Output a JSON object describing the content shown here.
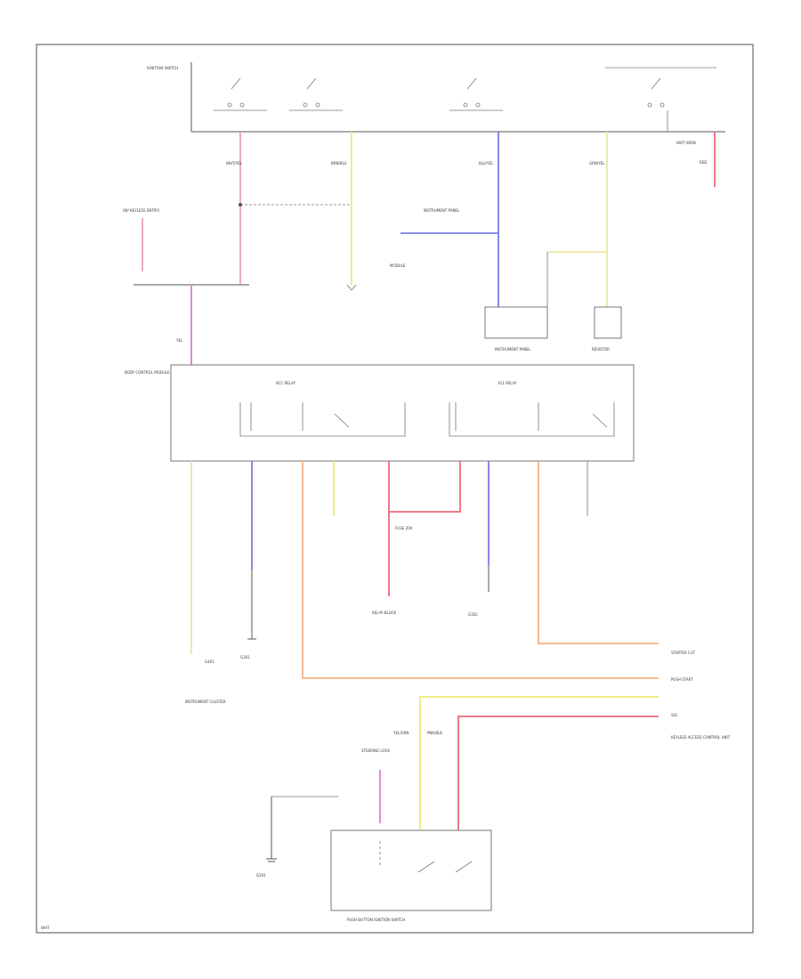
{
  "labels": {
    "ignition_switch": "IGNITION SWITCH",
    "top_wire_a": "WHT/YEL",
    "top_wire_b": "BRN/BLU",
    "top_wire_c": "BLU/YEL",
    "top_wire_d": "GRN/YEL",
    "top_right": "WHT (BRN)",
    "top_right_wire": "RED",
    "left_splice_note": "(W/ KEYLESS ENTRY)",
    "left_wire": "YEL",
    "instrument_panel_note": "INSTRUMENT PANEL",
    "instrument_box": "INSTRUMENT PANEL",
    "sensor_box": "RESISTOR",
    "module_note": "MODULE",
    "center_module": "BODY CONTROL MODULE",
    "relay_left_title": "ACC RELAY",
    "relay_right_title": "IG1 RELAY",
    "bottom_left_conn": "INSTRUMENT CLUSTER",
    "bottom_ground": "G401",
    "fuse_center": "FUSE 20A",
    "ground_mid_left": "G301",
    "ground_mid_right": "G302",
    "relay_block_label": "RELAY BLOCK",
    "connector_right_1": "STARTER CUT",
    "connector_right_2": "PUSH START",
    "connector_right_3": "SIG",
    "connector_right_note": "KEYLESS ACCESS CONTROL UNIT",
    "bottom_switch_title": "STEERING LOCK",
    "bottom_switch_block": "PUSH BUTTON IGNITION SWITCH",
    "yellow_label": "YEL/GRN",
    "pink_label": "PNK/BLK",
    "lower_left_ground": "G201",
    "corner_id": "WHT"
  },
  "colors": {
    "pink": "#e8a0c0",
    "magenta": "#e07ad8",
    "yellow": "#f0e878",
    "blue": "#7a7ae8",
    "red": "#ef6a78",
    "orange": "#f2b088",
    "light_yellow": "#ece6a4"
  }
}
